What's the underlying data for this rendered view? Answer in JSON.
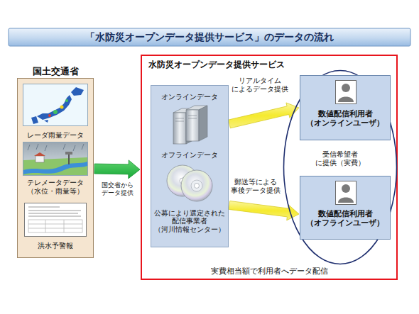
{
  "diagram": {
    "title": "「水防災オープンデータ提供サービス」のデータの流れ",
    "nodes": [
      {
        "text": [
          "国土交通省",
          "レーダ雨量データ",
          "テレメータデータ （水位・雨量等）",
          "洪水予警報"
        ]
      },
      {
        "text": [
          "水防災オープンデータ提供サービス",
          "実費相当額で利用者へデータ配信"
        ]
      },
      {
        "text": [
          "オンラインデータ",
          "オフラインデータ",
          "公募により選定された 配信事業者 （河川情報センター）"
        ],
        "in": 1
      },
      {
        "text": [
          "受信希望者 に提供（実費）"
        ],
        "in": 1
      },
      {
        "text": [
          "数値配信利用者 （オンラインユーザ）"
        ],
        "in": 3
      },
      {
        "text": [
          "数値配信利用者 （オフラインユーザ）"
        ],
        "in": 3
      }
    ],
    "edges": [
      {
        "from": 0,
        "to": 1,
        "label": "国交省から データ提供",
        "arrow": "to"
      },
      {
        "from": 2,
        "to": 4,
        "label": "リアルタイム によるデータ提供",
        "arrow": "to"
      },
      {
        "from": 2,
        "to": 5,
        "label": "郵送等による 事後データ提供",
        "arrow": "to"
      }
    ]
  }
}
